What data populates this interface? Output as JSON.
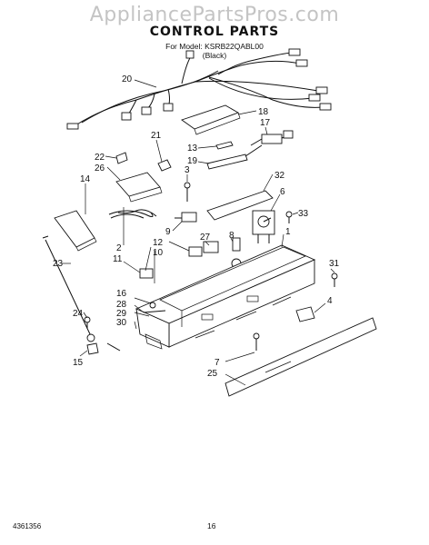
{
  "header": {
    "watermark": "AppliancePartsPros.com",
    "title": "CONTROL PARTS",
    "model_line": "For Model: KSRB22QABL00",
    "color_line": "(Black)"
  },
  "footer": {
    "doc_number": "4361356",
    "page_number": "16"
  },
  "callouts": {
    "c1": "1",
    "c2": "2",
    "c3": "3",
    "c4": "4",
    "c6": "6",
    "c7": "7",
    "c8": "8",
    "c9": "9",
    "c10": "10",
    "c11": "11",
    "c12": "12",
    "c13": "13",
    "c14": "14",
    "c15": "15",
    "c16": "16",
    "c17": "17",
    "c18": "18",
    "c19": "19",
    "c20": "20",
    "c21": "21",
    "c22": "22",
    "c23": "23",
    "c24": "24",
    "c25": "25",
    "c26": "26",
    "c27": "27",
    "c28": "28",
    "c29": "29",
    "c30": "30",
    "c31": "31",
    "c32": "32",
    "c33": "33"
  }
}
